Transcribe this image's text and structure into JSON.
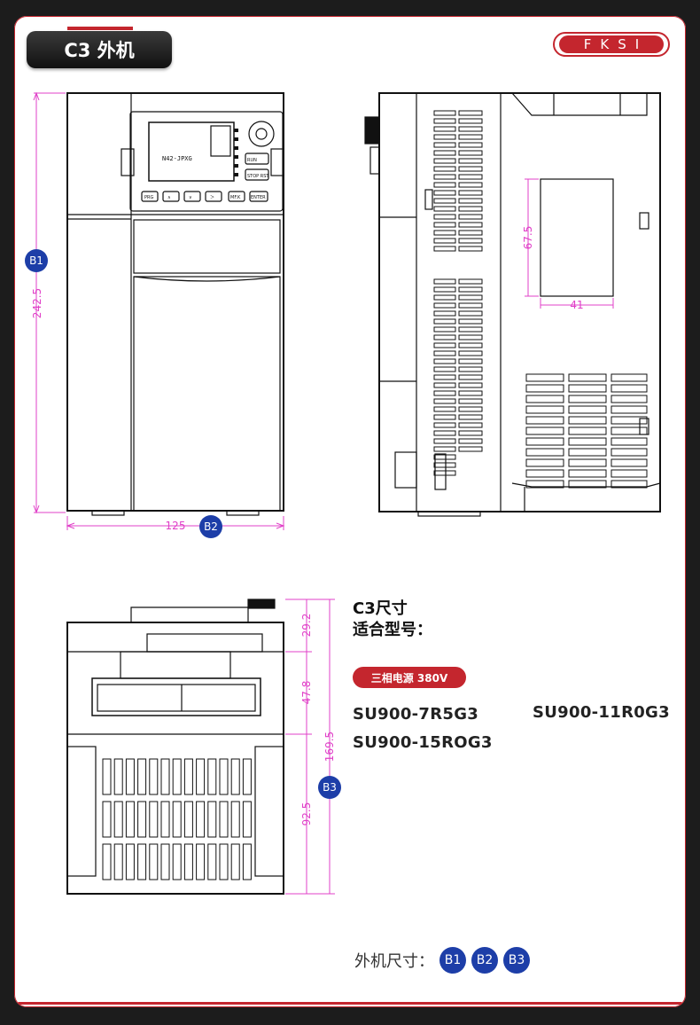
{
  "header": {
    "title": "C3 外机",
    "brand": "FKSI"
  },
  "front_view": {
    "height_dim": "242.5",
    "width_dim": "125",
    "height_badge": "B1",
    "width_badge": "B2"
  },
  "keypad": {
    "display_text": "N42-JPXG",
    "run_key": "RUN",
    "stop_key": "STOP RST",
    "keys": [
      "PRG",
      "∧",
      "∨",
      "＞",
      "MF.K",
      "ENTER"
    ]
  },
  "side_view": {
    "window_height_dim": "67.5",
    "window_width_dim": "41"
  },
  "bottom_view": {
    "dims": [
      "29.2",
      "47.8",
      "92.5",
      "169.5"
    ],
    "depth_badge": "B3"
  },
  "info": {
    "size_label": "C3尺寸",
    "models_label": "适合型号：",
    "power_tag": "三相电源 380V",
    "models": [
      "SU900-7R5G3",
      "SU900-15ROG3",
      "SU900-11R0G3"
    ]
  },
  "footer": {
    "label": "外机尺寸：",
    "badges": [
      "B1",
      "B2",
      "B3"
    ]
  },
  "colors": {
    "accent": "#c4262e",
    "dimension": "#e040c8",
    "badge": "#1d3ea8",
    "line": "#111111"
  }
}
